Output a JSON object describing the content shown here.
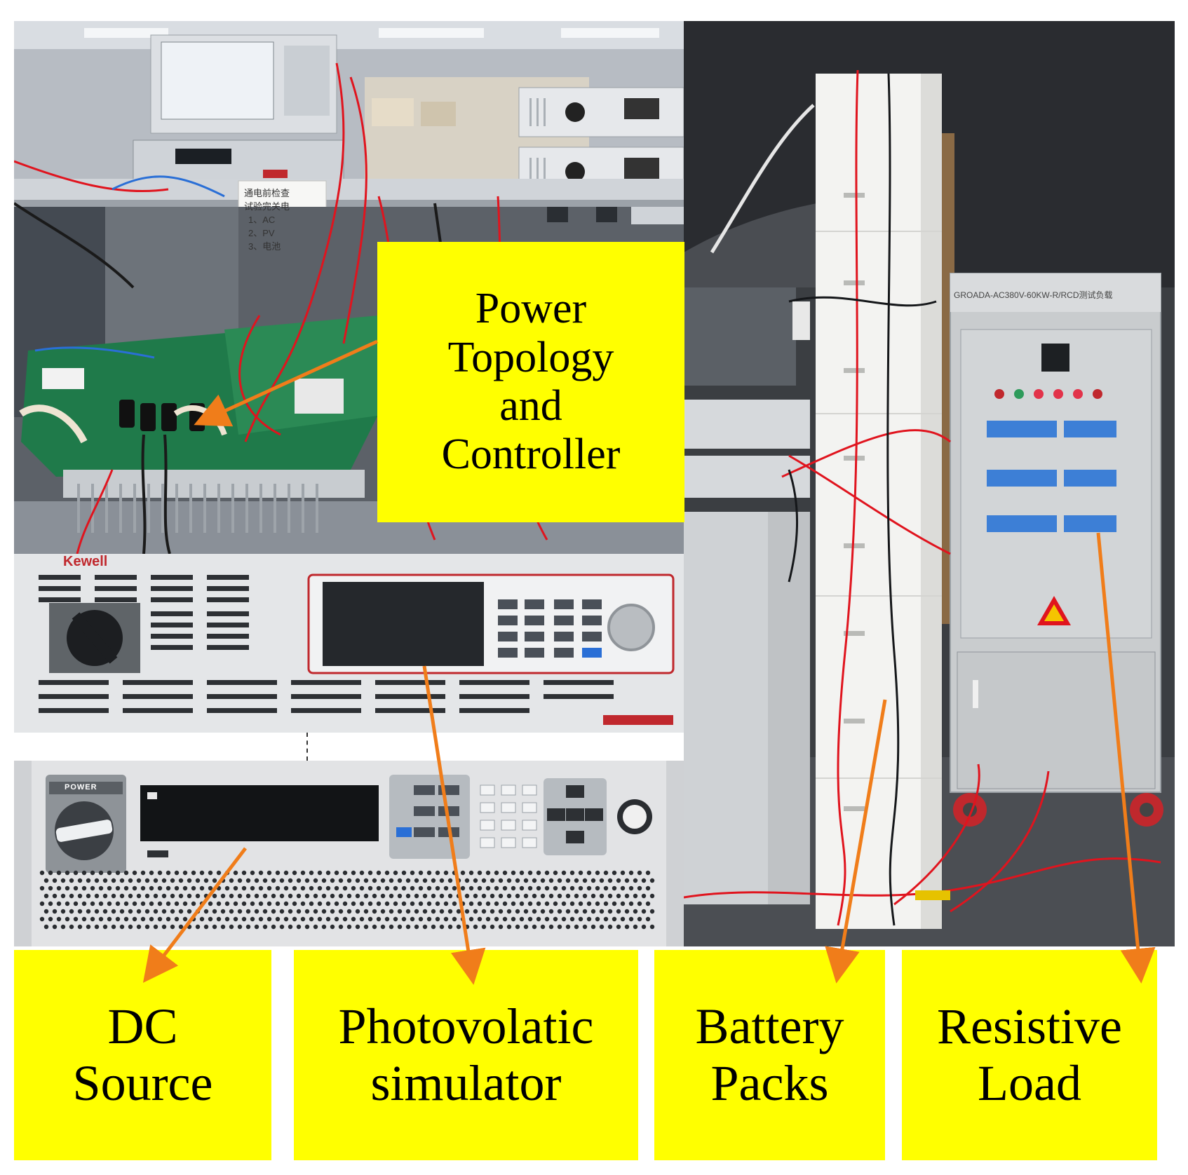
{
  "labels": {
    "power_topology": [
      "Power",
      "Topology",
      "and",
      "Controller"
    ],
    "dc_source": [
      "DC",
      "Source"
    ],
    "pv_simulator": [
      "Photovolatic",
      "simulator"
    ],
    "battery_packs": [
      "Battery",
      "Packs"
    ],
    "resistive_load": [
      "Resistive",
      "Load"
    ]
  },
  "equipment_text": {
    "kewell_brand": "Kewell",
    "power_switch": "POWER",
    "load_cabinet_title": "GROADA-AC380V-60KW-R/RCD测试负载",
    "bench_note": [
      "通电前检查",
      "试验完关电",
      "1、AC",
      "2、PV",
      "3、电池"
    ]
  },
  "colors": {
    "label_bg": "#ffff00",
    "arrow": "#f07d1a",
    "kewell_red": "#c0282d",
    "pcb_green": "#1f7a4a",
    "wire_red": "#e0141e"
  },
  "icons": {
    "arrow": "orange-arrow",
    "warning": "warning-triangle-icon"
  }
}
